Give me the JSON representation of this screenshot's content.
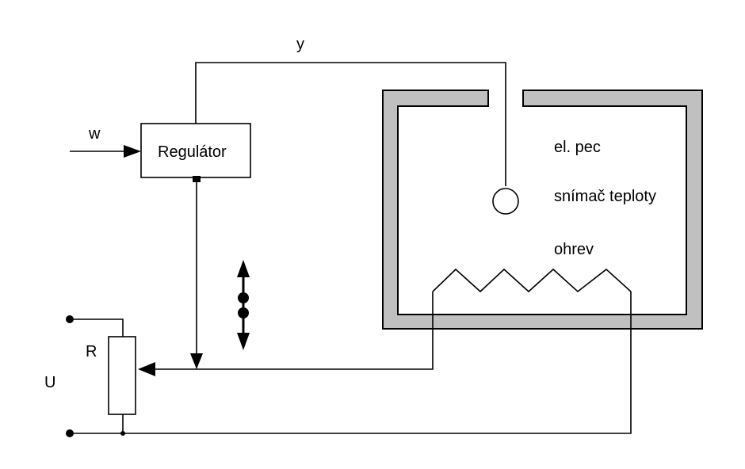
{
  "labels": {
    "y": "y",
    "w": "w",
    "regulator": "Regulátor",
    "furnace": "el. pec",
    "sensor": "snímač teploty",
    "heating": "ohrev",
    "resistor": "R",
    "voltage": "U"
  }
}
